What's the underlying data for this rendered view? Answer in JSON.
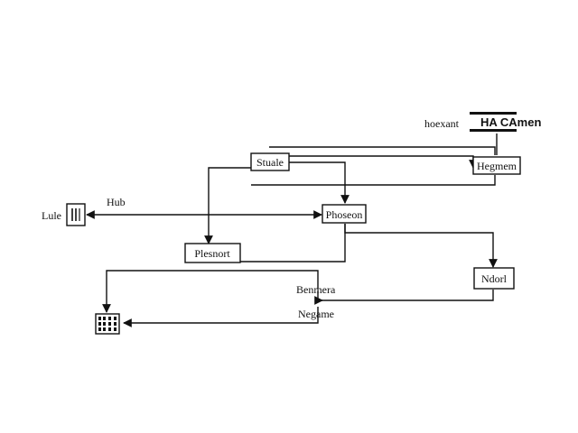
{
  "diagram": {
    "nodes": {
      "stuale": "Stuale",
      "hegmem": "Hegmem",
      "phoseon": "Phoseon",
      "plesnort": "Plesnort",
      "ndorl": "Ndorl"
    },
    "labels": {
      "hoexant": "hoexant",
      "ha_camen": "HA CAmen",
      "hub": "Hub",
      "lule": "Lule",
      "benmera": "Benmera",
      "negame": "Negame"
    },
    "icons": {
      "lule_icon": "rack-icon",
      "bottom_icon": "server-grid-icon"
    }
  }
}
